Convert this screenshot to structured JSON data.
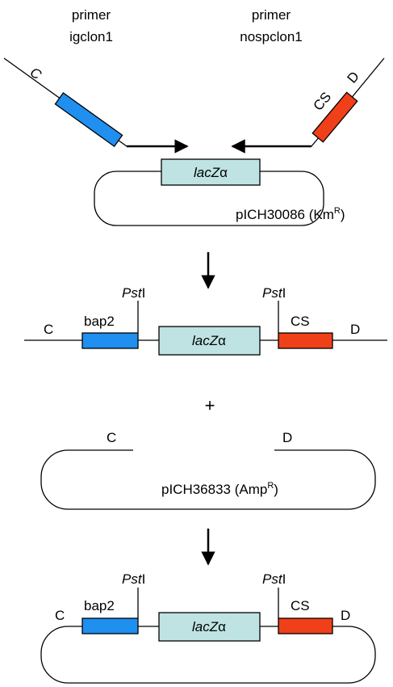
{
  "primers": {
    "left": {
      "line1": "primer",
      "line2": "igclon1"
    },
    "right": {
      "line1": "primer",
      "line2": "nospclon1"
    }
  },
  "step1": {
    "left_end": "C",
    "right_ends": {
      "cs": "CS",
      "d": "D"
    },
    "gene": {
      "italic": "lacZ",
      "suffix": "α"
    },
    "plasmid": {
      "name": "pICH30086 (Km",
      "marker": "R",
      "close": ")"
    }
  },
  "step2": {
    "left": "C",
    "right": "D",
    "bap2": "bap2",
    "cs": "CS",
    "pst_left": {
      "italic": "Pst",
      "plain": "I"
    },
    "pst_right": {
      "italic": "Pst",
      "plain": "I"
    },
    "gene": {
      "italic": "lacZ",
      "suffix": "α"
    }
  },
  "plus": "+",
  "vector": {
    "left": "C",
    "right": "D",
    "plasmid": {
      "name": "pICH36833 (Amp",
      "marker": "R",
      "close": ")"
    }
  },
  "final": {
    "left": "C",
    "right": "D",
    "bap2": "bap2",
    "cs": "CS",
    "pst_left": {
      "italic": "Pst",
      "plain": "I"
    },
    "pst_right": {
      "italic": "Pst",
      "plain": "I"
    },
    "gene": {
      "italic": "lacZ",
      "suffix": "α"
    }
  },
  "colors": {
    "blue": "#1f8ff0",
    "red": "#f0401a",
    "teal": "#bfe3e3",
    "line": "#000000"
  },
  "icons": [
    "arrow-right-icon",
    "arrow-left-icon",
    "arrow-down-icon"
  ]
}
